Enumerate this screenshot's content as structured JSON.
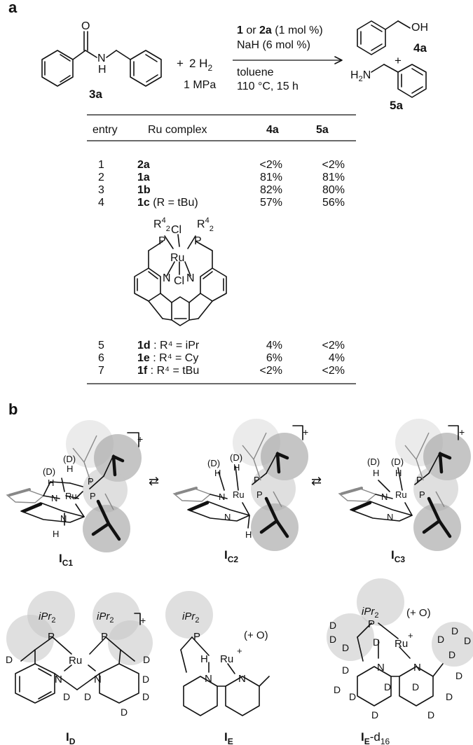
{
  "panel_a": {
    "label": "a",
    "reactant": "3a",
    "plus": "+",
    "h2": "2 H",
    "h2_sub": "2",
    "pressure": "1 MPa",
    "cond_cat_b1": "1",
    "cond_cat_mid": " or ",
    "cond_cat_b2": "2a",
    "cond_cat_rest": " (1 mol %)",
    "cond_base": "NaH (6 mol %)",
    "cond_solvent": "toluene",
    "cond_temp": "110 °C, 15 h",
    "prod1_oh": "OH",
    "prod1": "4a",
    "prod_plus": "+",
    "prod2_amine": "H",
    "prod2_amine_sub": "2",
    "prod2_amine_n": "N",
    "prod2": "5a",
    "amide_o": "O",
    "amide_n": "N",
    "amide_h": "H"
  },
  "table": {
    "headers": [
      "entry",
      "Ru complex",
      "4a",
      "5a"
    ],
    "rows_top": [
      {
        "entry": "1",
        "cb": "2a",
        "cr": "",
        "y4a": "<2%",
        "y5a": "<2%"
      },
      {
        "entry": "2",
        "cb": "1a",
        "cr": "",
        "y4a": "81%",
        "y5a": "81%"
      },
      {
        "entry": "3",
        "cb": "1b",
        "cr": "",
        "y4a": "82%",
        "y5a": "80%"
      },
      {
        "entry": "4",
        "cb": "1c",
        "cr": " (R = tBu)",
        "y4a": "57%",
        "y5a": "56%"
      }
    ],
    "rows_bottom": [
      {
        "entry": "5",
        "cb": "1d",
        "cr": " : R⁴ = iPr",
        "y4a": "4%",
        "y5a": "<2%"
      },
      {
        "entry": "6",
        "cb": "1e",
        "cr": " : R⁴ = Cy",
        "y4a": "6%",
        "y5a": "4%"
      },
      {
        "entry": "7",
        "cb": "1f",
        "cr": " : R⁴ = tBu",
        "y4a": "<2%",
        "y5a": "<2%"
      }
    ],
    "complex_labels": {
      "r4": "R",
      "r4_sup": "4",
      "r4_sub": "2",
      "cl": "Cl",
      "p": "P",
      "ru": "Ru",
      "n": "N"
    }
  },
  "panel_b": {
    "label": "b",
    "charge": "+",
    "d_paren": "(D)",
    "h": "H",
    "d": "D",
    "p": "P",
    "ru": "Ru",
    "n": "N",
    "ipr": "iPr",
    "ipr_sub": "2",
    "plus_o": "(+ O)",
    "ic1": "I",
    "ic1_sub": "C1",
    "ic2": "I",
    "ic2_sub": "C2",
    "ic3": "I",
    "ic3_sub": "C3",
    "id": "I",
    "id_sub": "D",
    "ie": "I",
    "ie_sub": "E",
    "ied": "I",
    "ied_sub": "E",
    "ied_suffix": "-d",
    "ied_suffix_sub": "16"
  }
}
